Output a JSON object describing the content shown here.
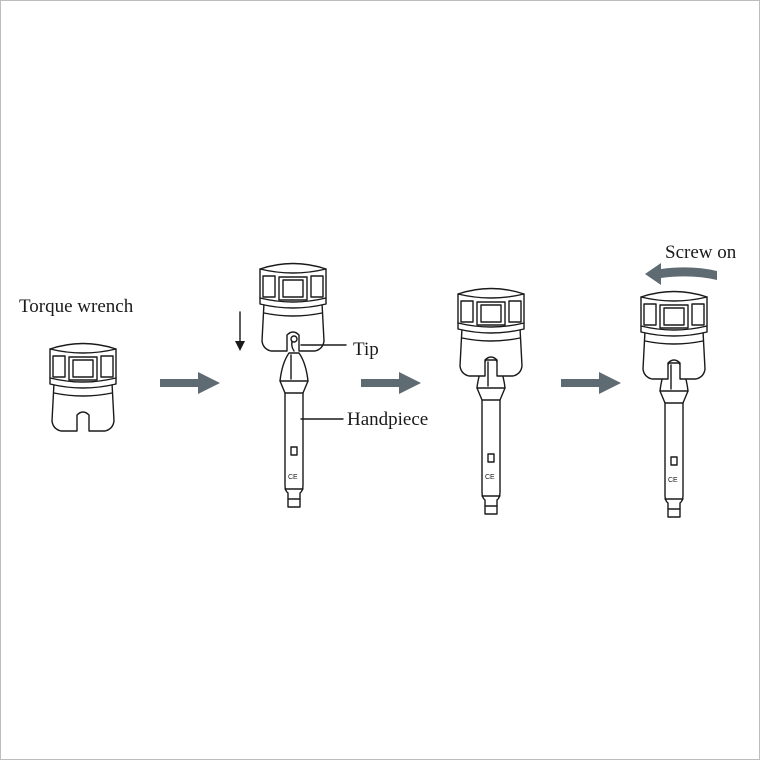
{
  "labels": {
    "torque_wrench": "Torque wrench",
    "tip": "Tip",
    "handpiece": "Handpiece",
    "screw_on": "Screw on"
  },
  "handpiece_mark": "CE",
  "colors": {
    "arrow": "#5f6b72",
    "line": "#1a1a1a",
    "background": "#ffffff"
  }
}
